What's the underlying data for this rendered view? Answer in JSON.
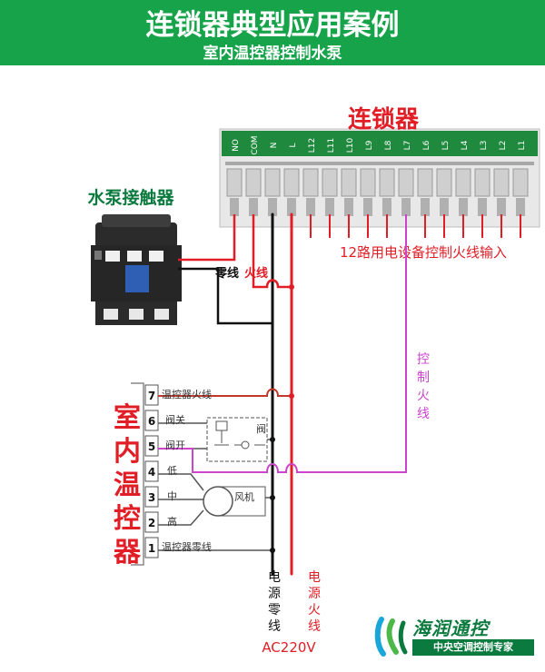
{
  "header": {
    "title": "连锁器典型应用案例",
    "subtitle": "室内温控器控制水泵"
  },
  "interlock": {
    "label": "连锁器",
    "terminals": [
      "NO",
      "COM",
      "N",
      "L",
      "L12",
      "L11",
      "L10",
      "L9",
      "L8",
      "L7",
      "L6",
      "L5",
      "L4",
      "L3",
      "L2",
      "L1"
    ],
    "input_note": "12路用电设备控制火线输入"
  },
  "contactor": {
    "label": "水泵接触器"
  },
  "wires": {
    "neutral": "零线",
    "live": "火线",
    "control_live": "控制火线"
  },
  "thermostat": {
    "label": "室内温控器",
    "label_chars": [
      "室",
      "内",
      "温",
      "控",
      "器"
    ],
    "terminals": [
      "7",
      "6",
      "5",
      "4",
      "3",
      "2",
      "1"
    ],
    "labels": {
      "live": "温控器火线",
      "valve_close": "阀关",
      "valve_open": "阀开",
      "low": "低",
      "mid": "中",
      "high": "高",
      "valve": "阀",
      "fan": "风机",
      "neutral": "温控器零线"
    }
  },
  "power": {
    "neutral_chars": [
      "电",
      "源",
      "零",
      "线"
    ],
    "live_chars": [
      "电",
      "源",
      "火",
      "线"
    ],
    "voltage": "AC220V"
  },
  "logo": {
    "name": "海润通控",
    "tagline": "中央空调控制专家"
  },
  "colors": {
    "header": "#16a34a",
    "live": "#e11d26",
    "neutral": "#111111",
    "control": "#cc44cc",
    "label_red": "#e11d26",
    "label_green": "#0b7a3e"
  }
}
